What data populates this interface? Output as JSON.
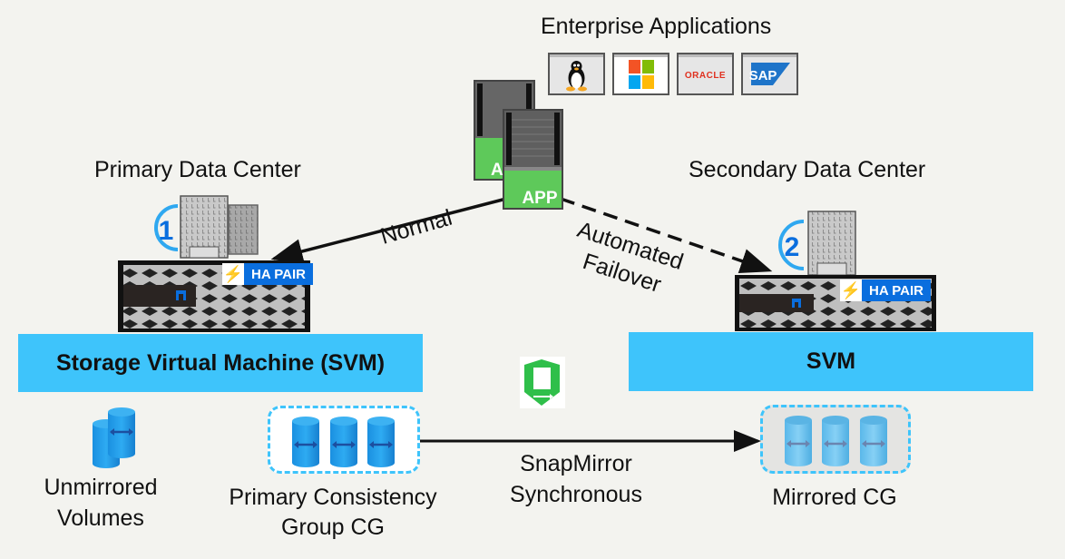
{
  "title": "Enterprise Applications",
  "app_logos": [
    {
      "name": "linux",
      "icon": "linux-tux-icon"
    },
    {
      "name": "microsoft",
      "icon": "windows-logo-icon",
      "colors": [
        "#f35325",
        "#81bc06",
        "#05a6f0",
        "#ffba08"
      ]
    },
    {
      "name": "oracle",
      "label": "ORACLE",
      "color": "#e0311f"
    },
    {
      "name": "sap",
      "label": "SAP",
      "color": "#1e74c9"
    }
  ],
  "app_servers": {
    "label": "APP",
    "color": "#5ec95a"
  },
  "primary": {
    "title": "Primary Data Center",
    "badge_number": "1",
    "ha_label": "HA PAIR",
    "svm_label": "Storage Virtual Machine (SVM)"
  },
  "secondary": {
    "title": "Secondary Data Center",
    "badge_number": "2",
    "ha_label": "HA PAIR",
    "svm_label": "SVM"
  },
  "paths": {
    "normal_label": "Normal",
    "failover_label_line1": "Automated",
    "failover_label_line2": "Failover"
  },
  "volumes": {
    "unmirrored_line1": "Unmirrored",
    "unmirrored_line2": "Volumes",
    "primary_cg_line1": "Primary Consistency",
    "primary_cg_line2": "Group CG",
    "mirrored_cg": "Mirrored CG"
  },
  "replication": {
    "line1": "SnapMirror",
    "line2": "Synchronous"
  },
  "colors": {
    "svm_blue": "#3ec4fb",
    "netapp_blue": "#0a6ede",
    "app_green": "#5ec95a",
    "shield_green": "#2fbf4a",
    "background": "#f3f3ef"
  }
}
